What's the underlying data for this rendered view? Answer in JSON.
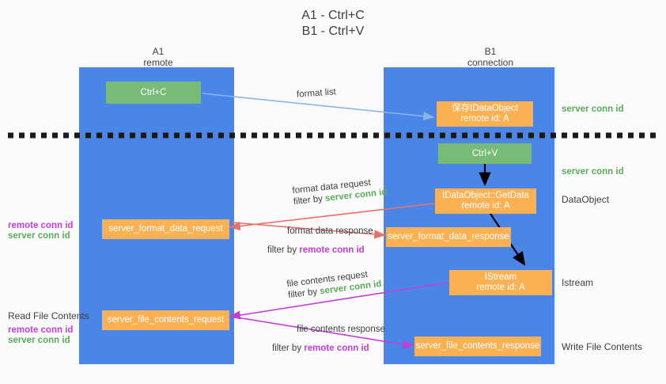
{
  "title": {
    "line1": "A1 - Ctrl+C",
    "line2": "B1 - Ctrl+V"
  },
  "columns": [
    {
      "name": "A1",
      "sub": "remote"
    },
    {
      "name": "B1",
      "sub": "connection"
    }
  ],
  "boxes": {
    "ctrl_c": "Ctrl+C",
    "ctrl_v": "Ctrl+V",
    "save_idataobject_l1": "保存IDataObject",
    "save_idataobject_l2": "remote id: A",
    "getdata_l1": "IDataObject::GetData",
    "getdata_l2": "remote id: A",
    "istream_l1": "IStream",
    "istream_l2": "remote id: A",
    "server_format_data_request": "server_format_data_request",
    "server_format_data_response": "server_format_data_response",
    "server_file_contents_request": "server_file_contents_request",
    "server_file_contents_response": "server_file_contents_response"
  },
  "edge_labels": {
    "format_list": "format list",
    "format_data_request": "format data request",
    "format_data_response": "format data response",
    "file_contents_request": "file contents request",
    "file_contents_response": "file contents response",
    "filter_by": "filter by",
    "server_conn_id": "server conn id",
    "remote_conn_id": "remote conn id"
  },
  "side_labels": {
    "server_conn_id": "server conn id",
    "remote_conn_id": "remote conn id",
    "dataobject": "DataObject",
    "istream": "Istream",
    "write_file_contents": "Write File Contents",
    "read_file_contents": "Read File Contents"
  },
  "colors": {
    "lane": "#4a86e8",
    "green_box": "#77bb77",
    "orange_box": "#fbb152",
    "server_conn": "#5aab5a",
    "remote_conn": "#c23fd6",
    "blue_arrow": "#8ab4e8",
    "red_arrow": "#e8706a",
    "magenta_arrow": "#c23fd6",
    "black_arrow": "#000000",
    "background": "#fafafa"
  }
}
